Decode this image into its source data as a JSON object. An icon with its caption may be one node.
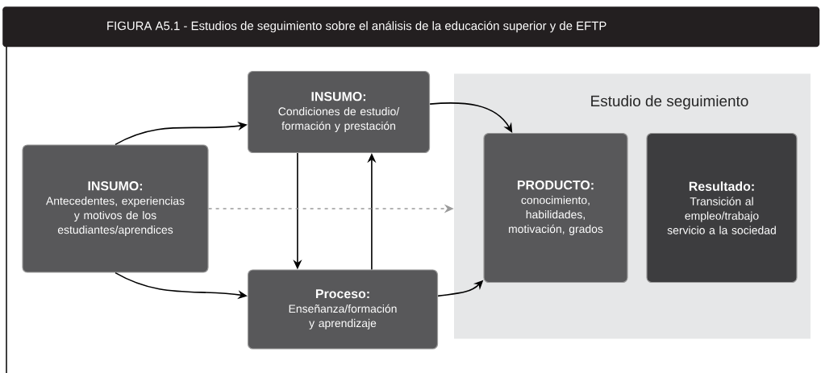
{
  "diagram": {
    "title": "FIGURA A5.1 - Estudios de seguimiento sobre el análisis de la educación superior y de EFTP",
    "nodes": [
      {
        "text": [
          "INSUMO:",
          "Antecedentes, experiencias y motivos de los estudiantes/aprendices"
        ]
      },
      {
        "text": [
          "INSUMO:",
          "Condiciones de estudio/ formación y prestación"
        ]
      },
      {
        "text": [
          "Proceso:",
          "Enseñanza/formación y aprendizaje"
        ]
      },
      {
        "text": [
          "Estudio de seguimiento"
        ]
      },
      {
        "text": [
          "PRODUCTO:",
          "conocimiento, habilidades, motivación, grados"
        ],
        "in": 3
      },
      {
        "text": [
          "Resultado:",
          "Transición al empleo/trabajo servicio a la sociedad"
        ],
        "in": 3
      }
    ],
    "edges": [
      {
        "from": 0,
        "to": 1,
        "arrow": "to"
      },
      {
        "from": 0,
        "to": 2,
        "arrow": "to"
      },
      {
        "from": 1,
        "to": 2,
        "arrow": "to"
      },
      {
        "from": 2,
        "to": 1,
        "arrow": "to"
      },
      {
        "from": 0,
        "to": 3,
        "arrow": "to",
        "style": "dashed",
        "color": "#9a9a9a"
      },
      {
        "from": 1,
        "to": 4,
        "arrow": "to"
      },
      {
        "from": 2,
        "to": 4,
        "arrow": "to"
      }
    ]
  }
}
